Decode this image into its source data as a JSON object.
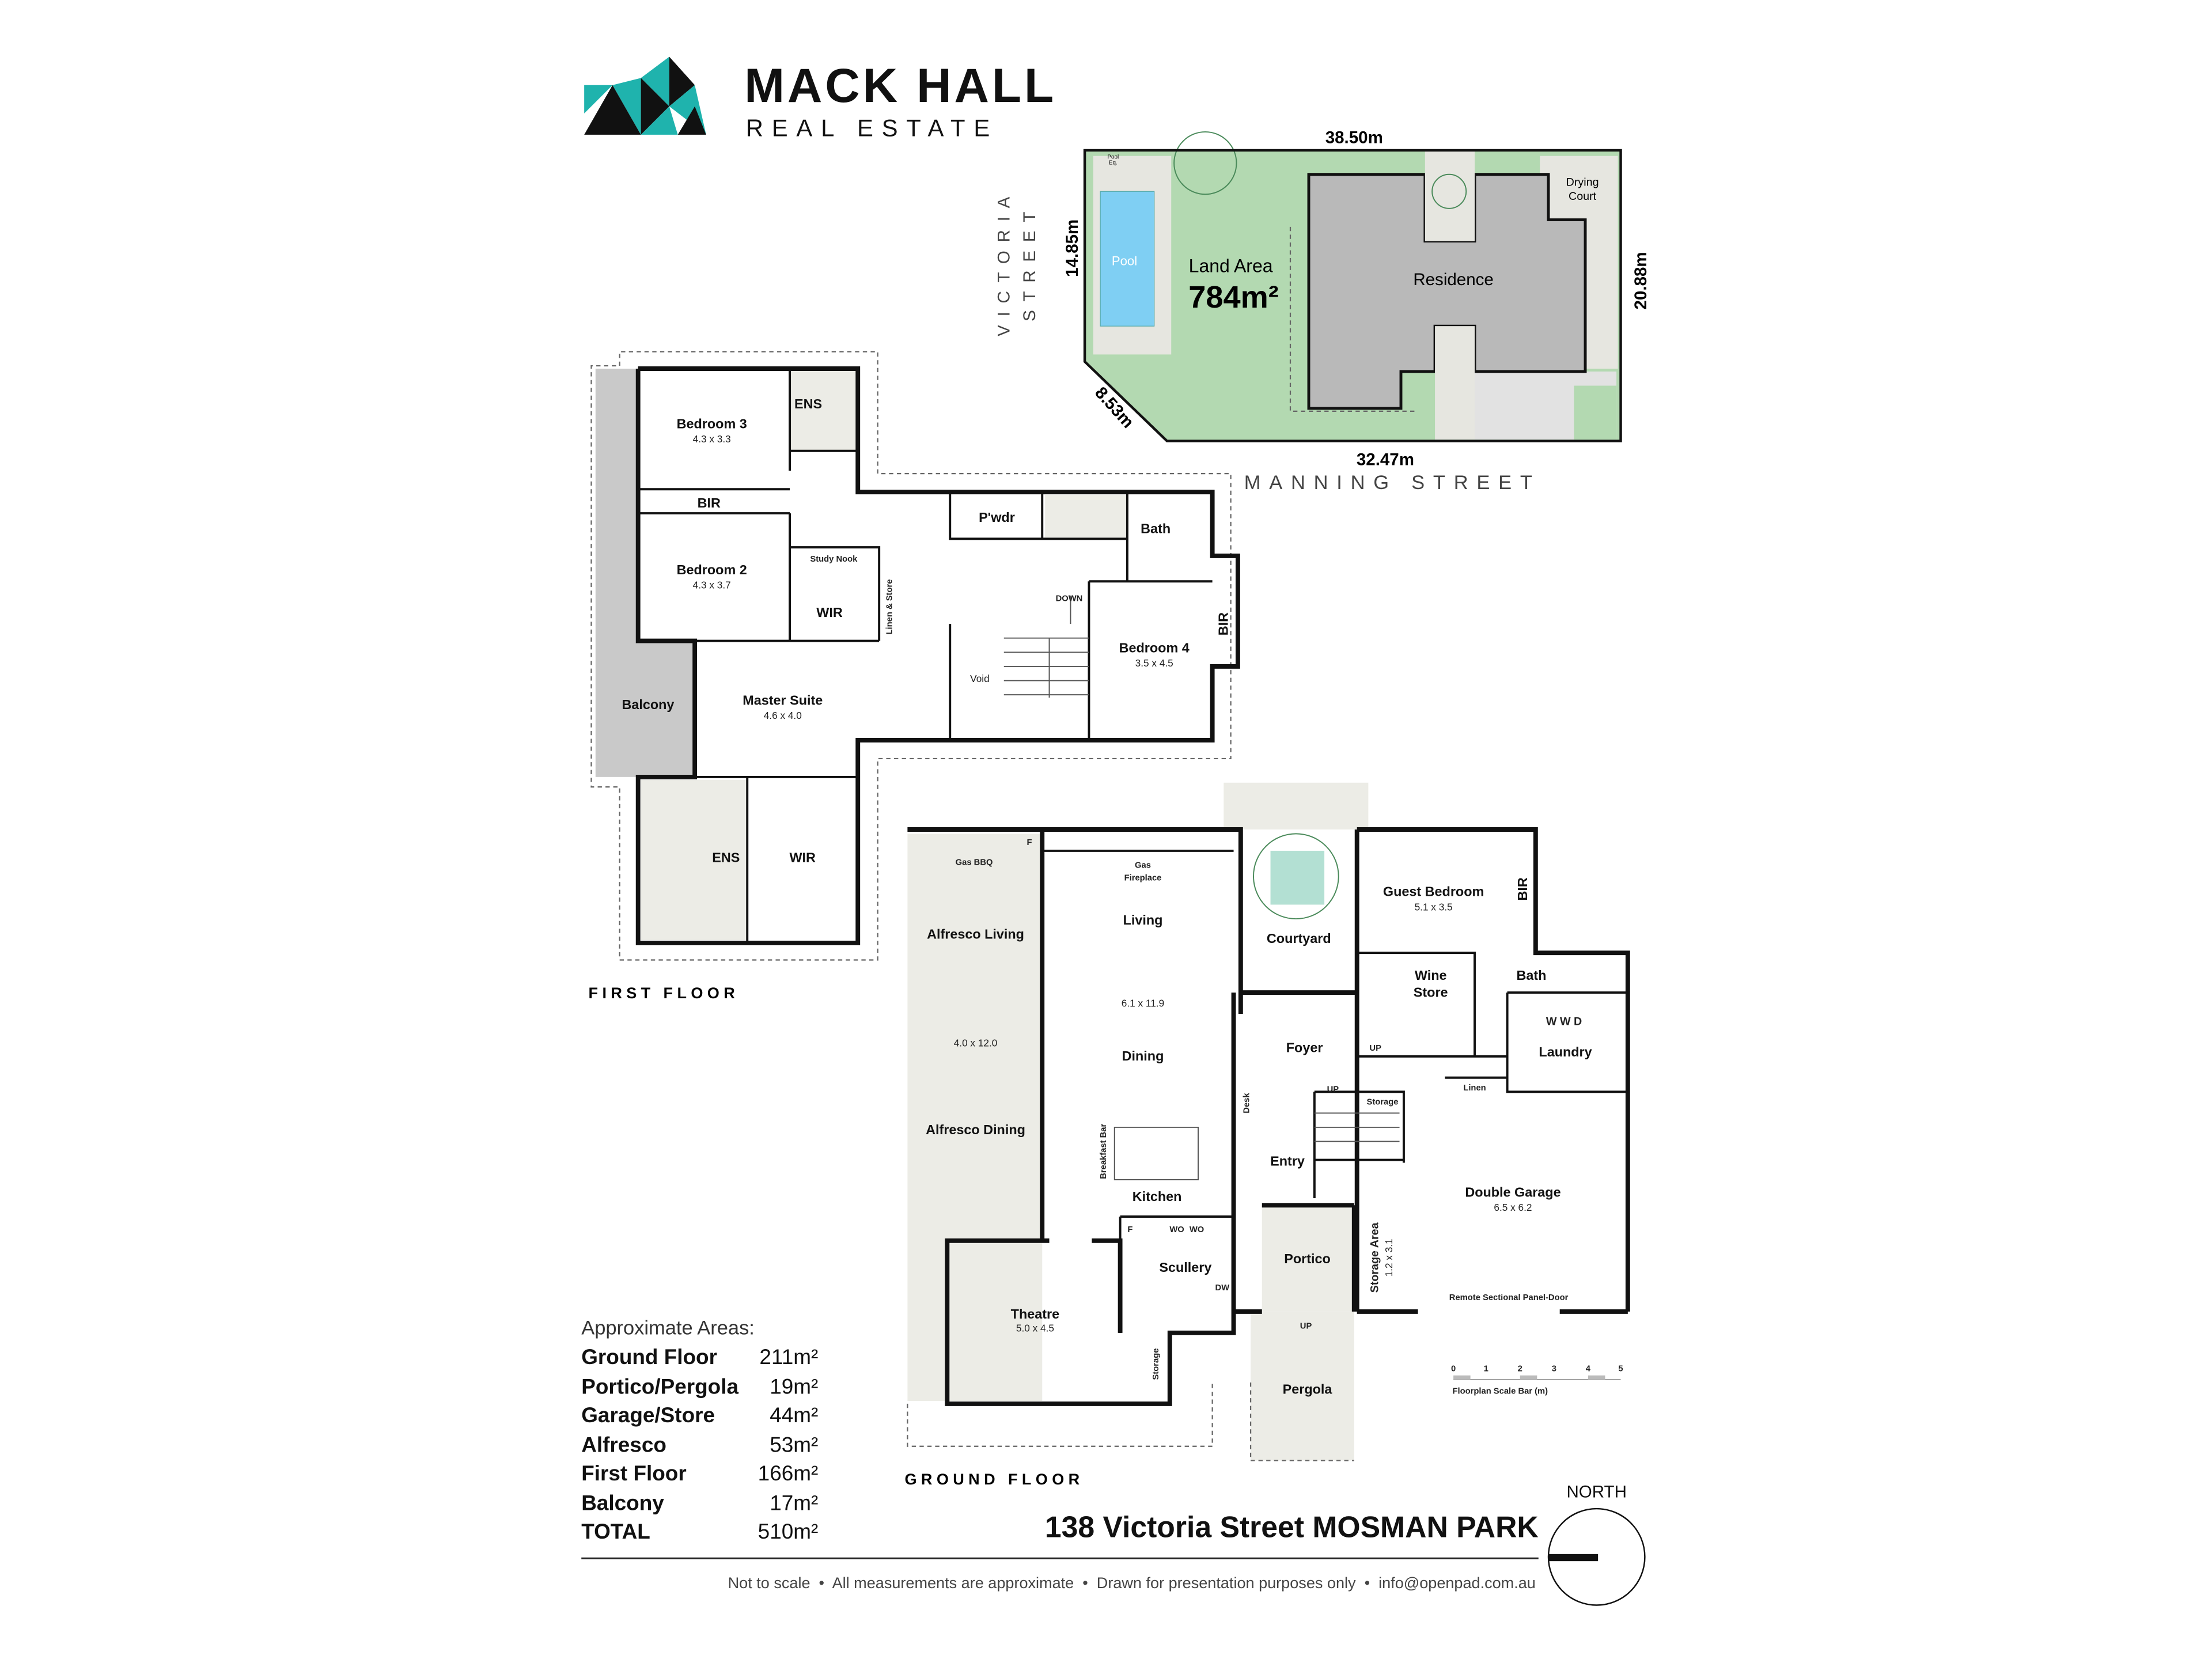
{
  "brand": {
    "name": "MACK HALL",
    "sub": "REAL ESTATE",
    "accent": "#1fb3ad"
  },
  "site": {
    "dim_top": "38.50m",
    "dim_left": "14.85m",
    "dim_right": "20.88m",
    "dim_bottom": "32.47m",
    "dim_corner": "8.53m",
    "street_left_1": "VICTORIA",
    "street_left_2": "STREET",
    "street_bottom": "MANNING STREET",
    "land_area_label": "Land Area",
    "land_area_value": "784m²",
    "pool": "Pool",
    "pool_eq_1": "Pool",
    "pool_eq_2": "Eq.",
    "residence": "Residence",
    "drying_1": "Drying",
    "drying_2": "Court",
    "colors": {
      "lawn": "#b3d9b1",
      "pool": "#7fcff3",
      "residence": "#b9b9b9",
      "paving": "#e6e6e0"
    }
  },
  "first_floor": {
    "label": "FIRST FLOOR",
    "bed3": "Bedroom 3",
    "bed3_size": "4.3 x 3.3",
    "ens1": "ENS",
    "bir1": "BIR",
    "bed2": "Bedroom 2",
    "bed2_size": "4.3 x 3.7",
    "study": "Study Nook",
    "wir1": "WIR",
    "linen": "Linen & Store",
    "pwdr": "P'wdr",
    "bath": "Bath",
    "down": "DOWN",
    "bed4": "Bedroom 4",
    "bed4_size": "3.5 x 4.5",
    "bir2": "BIR",
    "void": "Void",
    "master": "Master Suite",
    "master_size": "4.6 x 4.0",
    "balcony": "Balcony",
    "ens2": "ENS",
    "wir2": "WIR"
  },
  "ground_floor": {
    "label": "GROUND FLOOR",
    "gas_bbq": "Gas BBQ",
    "f1": "F",
    "gas_fp_1": "Gas",
    "gas_fp_2": "Fireplace",
    "living": "Living",
    "alf_living": "Alfresco Living",
    "alf_size": "4.0 x 12.0",
    "main_size": "6.1 x 11.9",
    "dining": "Dining",
    "alf_dining": "Alfresco Dining",
    "breakfast": "Breakfast Bar",
    "kitchen": "Kitchen",
    "f2": "F",
    "wo1": "WO",
    "wo2": "WO",
    "scullery": "Scullery",
    "dw": "DW",
    "theatre": "Theatre",
    "theatre_size": "5.0 x 4.5",
    "storage1": "Storage",
    "courtyard": "Courtyard",
    "guest": "Guest Bedroom",
    "guest_size": "5.1 x 3.5",
    "bir": "BIR",
    "wine_1": "Wine",
    "wine_2": "Store",
    "bath": "Bath",
    "wwd": "W  W  D",
    "laundry": "Laundry",
    "linen": "Linen",
    "foyer": "Foyer",
    "up1": "UP",
    "up2": "UP",
    "storage2": "Storage",
    "desk": "Desk",
    "entry": "Entry",
    "portico": "Portico",
    "up3": "UP",
    "pergola": "Pergola",
    "garage": "Double Garage",
    "garage_size": "6.5 x 6.2",
    "storage_area": "Storage Area",
    "storage_area_size": "1.2 x 3.1",
    "garage_door": "Remote Sectional Panel-Door"
  },
  "scale_bar": {
    "ticks": [
      "0",
      "1",
      "2",
      "3",
      "4",
      "5"
    ],
    "label": "Floorplan Scale Bar (m)"
  },
  "areas": {
    "heading": "Approximate Areas:",
    "rows": [
      {
        "label": "Ground Floor",
        "value": "211m²"
      },
      {
        "label": "Portico/Pergola",
        "value": "19m²"
      },
      {
        "label": "Garage/Store",
        "value": "44m²"
      },
      {
        "label": "Alfresco",
        "value": "53m²"
      },
      {
        "label": "First Floor",
        "value": "166m²"
      },
      {
        "label": "Balcony",
        "value": "17m²"
      },
      {
        "label": "TOTAL",
        "value": "510m²"
      }
    ]
  },
  "address": "138 Victoria Street MOSMAN PARK",
  "north": "NORTH",
  "footer": "Not to scale  •  All measurements are approximate  •  Drawn for presentation purposes only  •  info@openpad.com.au"
}
